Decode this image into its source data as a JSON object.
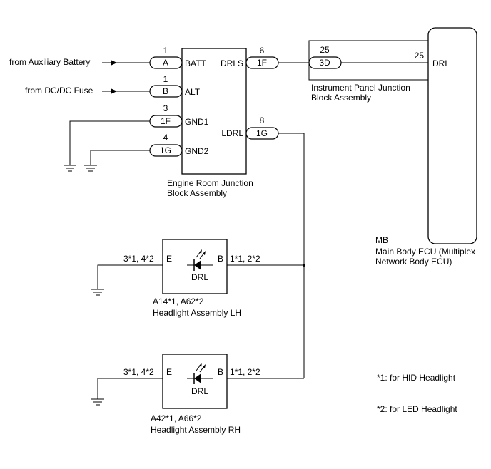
{
  "inputs": {
    "aux_battery": "from Auxiliary Battery",
    "dcdc_fuse": "from DC/DC Fuse"
  },
  "engine_room_jb": {
    "name_line1": "Engine Room Junction",
    "name_line2": "Block Assembly",
    "pins": {
      "batt": {
        "num": "1",
        "conn": "A",
        "label": "BATT"
      },
      "alt": {
        "num": "1",
        "conn": "B",
        "label": "ALT"
      },
      "gnd1": {
        "num": "3",
        "conn": "1F",
        "label": "GND1"
      },
      "gnd2": {
        "num": "4",
        "conn": "1G",
        "label": "GND2"
      },
      "drls": {
        "num": "6",
        "conn": "1F",
        "label": "DRLS"
      },
      "ldrl": {
        "num": "8",
        "conn": "1G",
        "label": "LDRL"
      }
    }
  },
  "instrument_panel_jb": {
    "name_line1": "Instrument Panel Junction",
    "name_line2": "Block Assembly",
    "pin_num": "25",
    "conn": "3D"
  },
  "main_body_ecu": {
    "code": "MB",
    "name_line1": "Main Body ECU (Multiplex",
    "name_line2": "Network Body ECU)",
    "pin_num": "25",
    "pin_label": "DRL"
  },
  "headlight_lh": {
    "pin_e_num": "3*1, 4*2",
    "pin_e_label": "E",
    "pin_b_num": "1*1, 2*2",
    "pin_b_label": "B",
    "component": "DRL",
    "code": "A14*1, A62*2",
    "name": "Headlight Assembly LH"
  },
  "headlight_rh": {
    "pin_e_num": "3*1, 4*2",
    "pin_e_label": "E",
    "pin_b_num": "1*1, 2*2",
    "pin_b_label": "B",
    "component": "DRL",
    "code": "A42*1, A66*2",
    "name": "Headlight Assembly RH"
  },
  "notes": {
    "note1": "*1: for HID Headlight",
    "note2": "*2: for LED Headlight"
  }
}
